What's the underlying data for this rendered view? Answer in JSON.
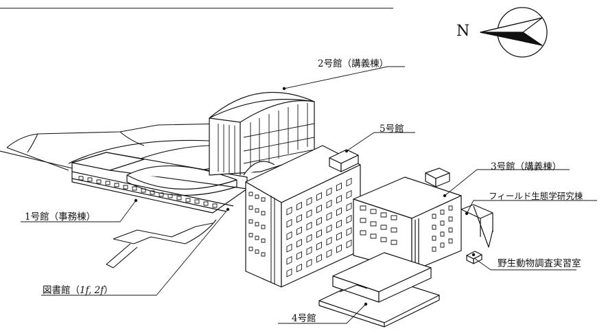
{
  "compass": {
    "north_label": "N"
  },
  "labels": {
    "building2": "2号館（講義棟）",
    "building5": "5号館",
    "building3": "3号館（講義棟）",
    "field_lab": "フィールド生態学研究棟",
    "building1": "1号館（事務棟）",
    "wildlife_room": "野生動物調査実習室",
    "library_prefix": "図書館（",
    "library_floors": "1f, 2f",
    "library_suffix": "）",
    "building4": "4号館"
  }
}
